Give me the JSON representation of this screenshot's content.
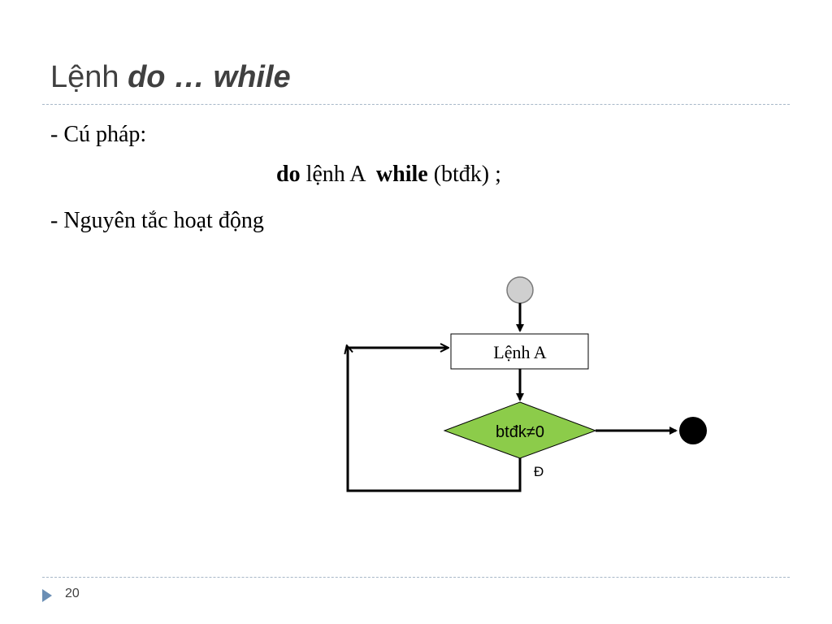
{
  "slide": {
    "title_prefix": "Lệnh ",
    "title_keyword": "do … while",
    "bullet_syntax": "- Cú pháp:",
    "syntax": {
      "kw_do": "do",
      "stmt": " lệnh A ",
      "kw_while": "while",
      "cond": " (btđk) ;"
    },
    "bullet_principle": "- Nguyên tắc hoạt động",
    "page_number": "20"
  },
  "diagram": {
    "process_label": "Lệnh A",
    "decision_label": "btđk≠0",
    "true_branch_label": "Đ",
    "colors": {
      "start_fill": "#cfcfcf",
      "end_fill": "#000000",
      "decision_fill": "#8ccc4a",
      "process_fill": "#ffffff",
      "line": "#000000",
      "accent": "#6b8fb5"
    }
  }
}
